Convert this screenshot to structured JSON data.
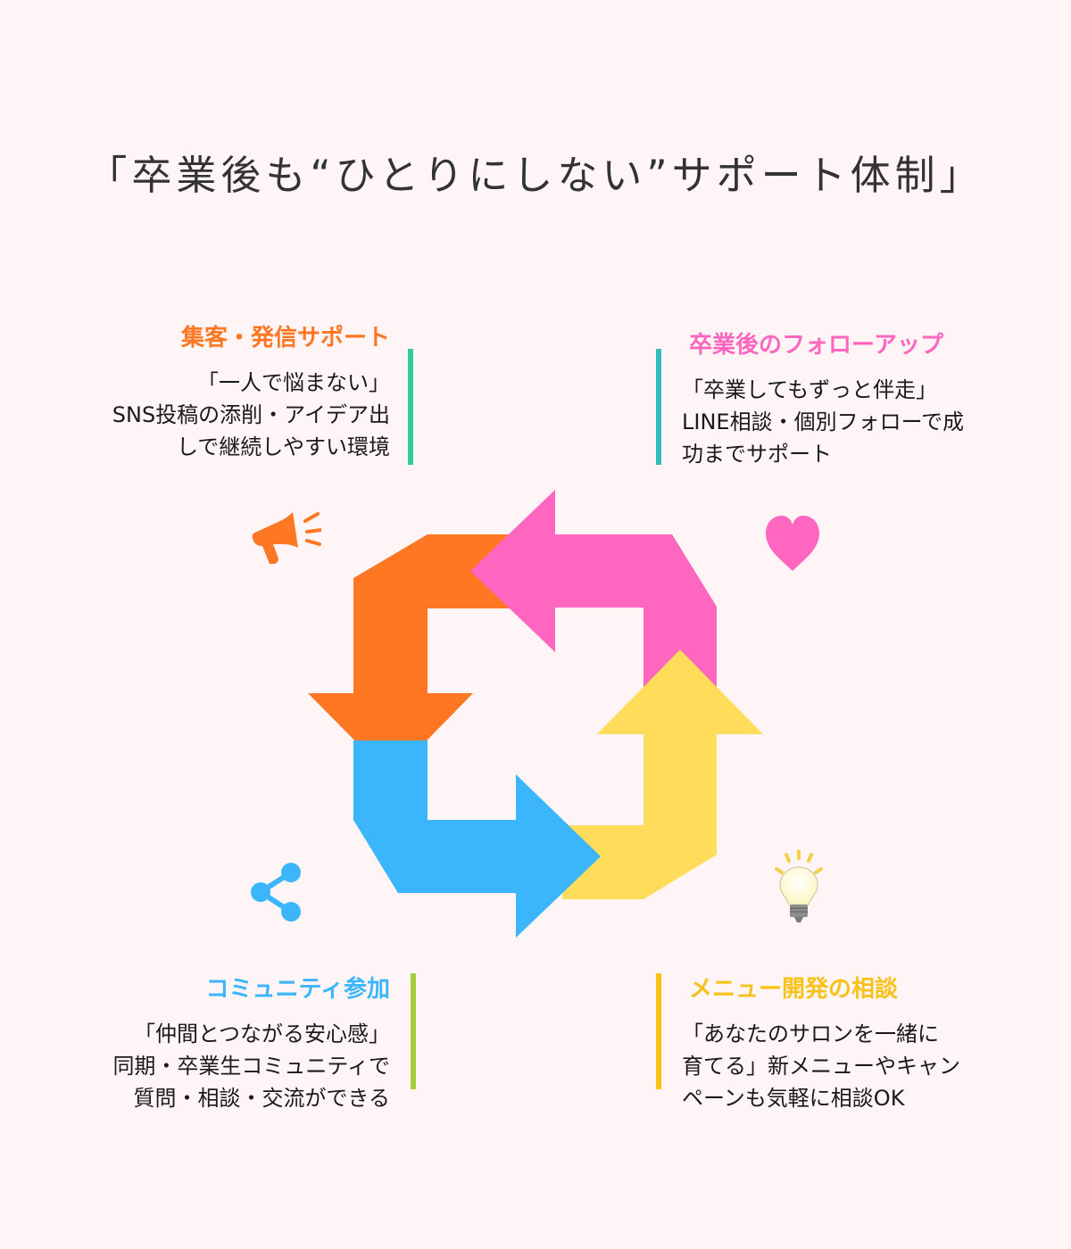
{
  "title": "「卒業後も“ひとりにしない”サポート体制」",
  "colors": {
    "background": "#FFF5F6",
    "orange": "#FF7722",
    "pink": "#FF66C0",
    "yellow": "#FFDD5A",
    "blue": "#3BB5FC",
    "bar_green": "#2ECC9A",
    "bar_teal": "#35BDBD",
    "bar_lime": "#A8CC3A",
    "bar_gold": "#F8C21A"
  },
  "sections": {
    "promotion": {
      "heading": "集客・発信サポート",
      "body": "「一人で悩まない」\nSNS投稿の添削・アイデア出\nしで継続しやすい環境",
      "icon": "megaphone-icon",
      "color": "#FF7722"
    },
    "followup": {
      "heading": "卒業後のフォローアップ",
      "body": "「卒業してもずっと伴走」\n LINE相談・個別フォローで成\n功までサポート",
      "icon": "heart-icon",
      "color": "#FF66C0"
    },
    "community": {
      "heading": "コミュニティ参加",
      "body": "「仲間とつながる安心感」\n同期・卒業生コミュニティで\n質問・相談・交流ができる",
      "icon": "share-icon",
      "color": "#3BB5FC"
    },
    "menu": {
      "heading": "メニュー開発の相談",
      "body": "「あなたのサロンを一緒に\n育てる」新メニューやキャン\nペーンも気軽に相談OK",
      "icon": "lightbulb-icon",
      "color": "#F8C21A"
    }
  },
  "cycle_arrows": [
    "orange-down",
    "blue-right",
    "yellow-up",
    "pink-left"
  ]
}
